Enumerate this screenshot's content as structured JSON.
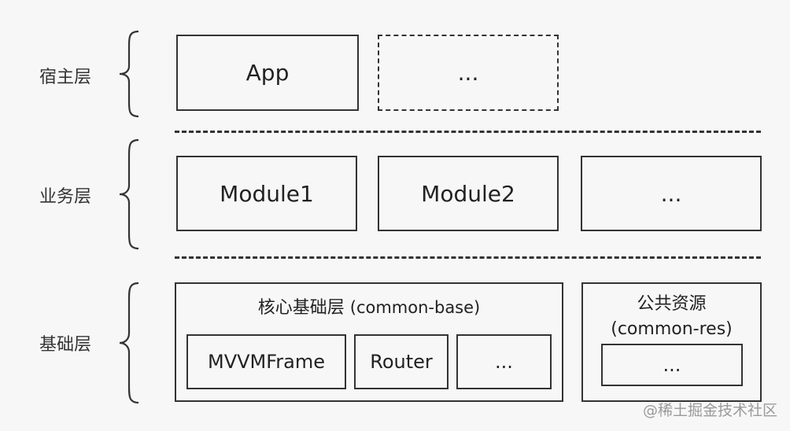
{
  "layers": {
    "host": {
      "label": "宿主层"
    },
    "business": {
      "label": "业务层"
    },
    "base": {
      "label": "基础层"
    }
  },
  "host_layer": {
    "app_label": "App",
    "more_label": "..."
  },
  "business_layer": {
    "module1_label": "Module1",
    "module2_label": "Module2",
    "more_label": "..."
  },
  "base_layer": {
    "core": {
      "title": "核心基础层",
      "subtitle": "(common-base)",
      "items": [
        "MVVMFrame",
        "Router",
        "..."
      ]
    },
    "resources": {
      "title": "公共资源",
      "subtitle": "(common-res)",
      "more_label": "..."
    }
  },
  "watermark": "@稀土掘金技术社区",
  "colors": {
    "background": "#f7f7f7",
    "stroke": "#333333",
    "watermark": "#9a9a9a"
  }
}
